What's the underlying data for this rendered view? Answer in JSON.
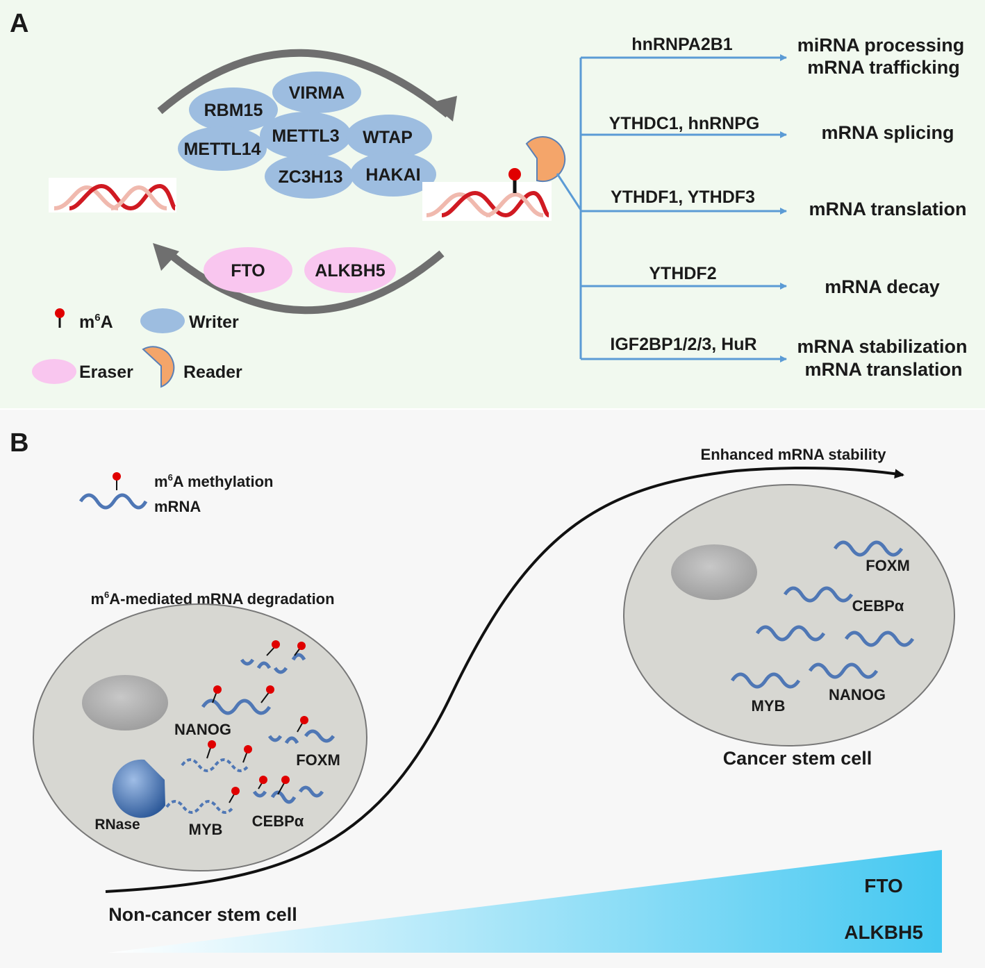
{
  "panel_a": {
    "label": "A",
    "writers": [
      "RBM15",
      "VIRMA",
      "METTL3",
      "WTAP",
      "METTL14",
      "ZC3H13",
      "HAKAI"
    ],
    "erasers": [
      "FTO",
      "ALKBH5"
    ],
    "readers": [
      {
        "protein": "hnRNPA2B1",
        "outcome_line1": "miRNA processing",
        "outcome_line2": "mRNA trafficking"
      },
      {
        "protein": "YTHDC1, hnRNPG",
        "outcome_line1": "mRNA splicing",
        "outcome_line2": ""
      },
      {
        "protein": "YTHDF1, YTHDF3",
        "outcome_line1": "mRNA translation",
        "outcome_line2": ""
      },
      {
        "protein": "YTHDF2",
        "outcome_line1": "mRNA decay",
        "outcome_line2": ""
      },
      {
        "protein": "IGF2BP1/2/3, HuR",
        "outcome_line1": "mRNA stabilization",
        "outcome_line2": "mRNA translation"
      }
    ],
    "legend": {
      "m6a_prefix": "m",
      "m6a_sup": "6",
      "m6a_suffix": "A",
      "writer": "Writer",
      "eraser": "Eraser",
      "reader": "Reader"
    }
  },
  "panel_b": {
    "label": "B",
    "legend": {
      "methylation_prefix": "m",
      "methylation_sup": "6",
      "methylation_suffix": "A methylation",
      "mrna": "mRNA"
    },
    "degradation_title_prefix": "m",
    "degradation_title_sup": "6",
    "degradation_title_suffix": "A-mediated mRNA degradation",
    "stability_label": "Enhanced mRNA stability",
    "non_cancer_cell": {
      "name": "Non-cancer stem cell",
      "genes": [
        "NANOG",
        "FOXM",
        "MYB",
        "CEBPα"
      ],
      "rnase": "RNase"
    },
    "cancer_cell": {
      "name": "Cancer stem cell",
      "genes": [
        "FOXM",
        "CEBPα",
        "MYB",
        "NANOG"
      ]
    },
    "gradient_labels": [
      "FTO",
      "ALKBH5"
    ]
  },
  "colors": {
    "panel_a_bg": "#f1f9ef",
    "panel_b_bg": "#f7f7f7",
    "writer": "#9dbde0",
    "eraser": "#f9c6ef",
    "reader": "#f4a56a",
    "m6a": "#e00000",
    "reader_arrow": "#5b9bd5",
    "cycle_arrow": "#6f6f6f",
    "rna_red": "#d01a22",
    "rna_pink": "#f0b9ae",
    "cell": "#d7d7d2",
    "mrna_blue": "#4f77b5",
    "gradient_end": "#45c8f1"
  }
}
